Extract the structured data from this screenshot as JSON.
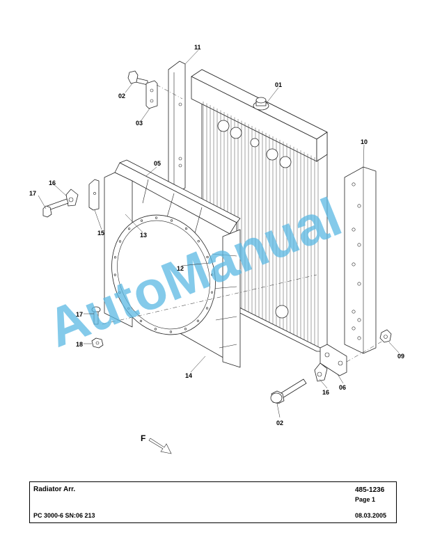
{
  "watermark": "AutoManual",
  "direction_label": "F",
  "callouts": {
    "c01": "01",
    "c02a": "02",
    "c02b": "02",
    "c03": "03",
    "c05": "05",
    "c06": "06",
    "c09": "09",
    "c10": "10",
    "c11": "11",
    "c12": "12",
    "c13": "13",
    "c14": "14",
    "c15": "15",
    "c16a": "16",
    "c16b": "16",
    "c17a": "17",
    "c17b": "17",
    "c18": "18"
  },
  "title_block": {
    "title": "Radiator Arr.",
    "part_number": "485-1236",
    "page": "Page 1",
    "model": "PC 3000-6 SN:06 213",
    "date": "08.03.2005"
  }
}
